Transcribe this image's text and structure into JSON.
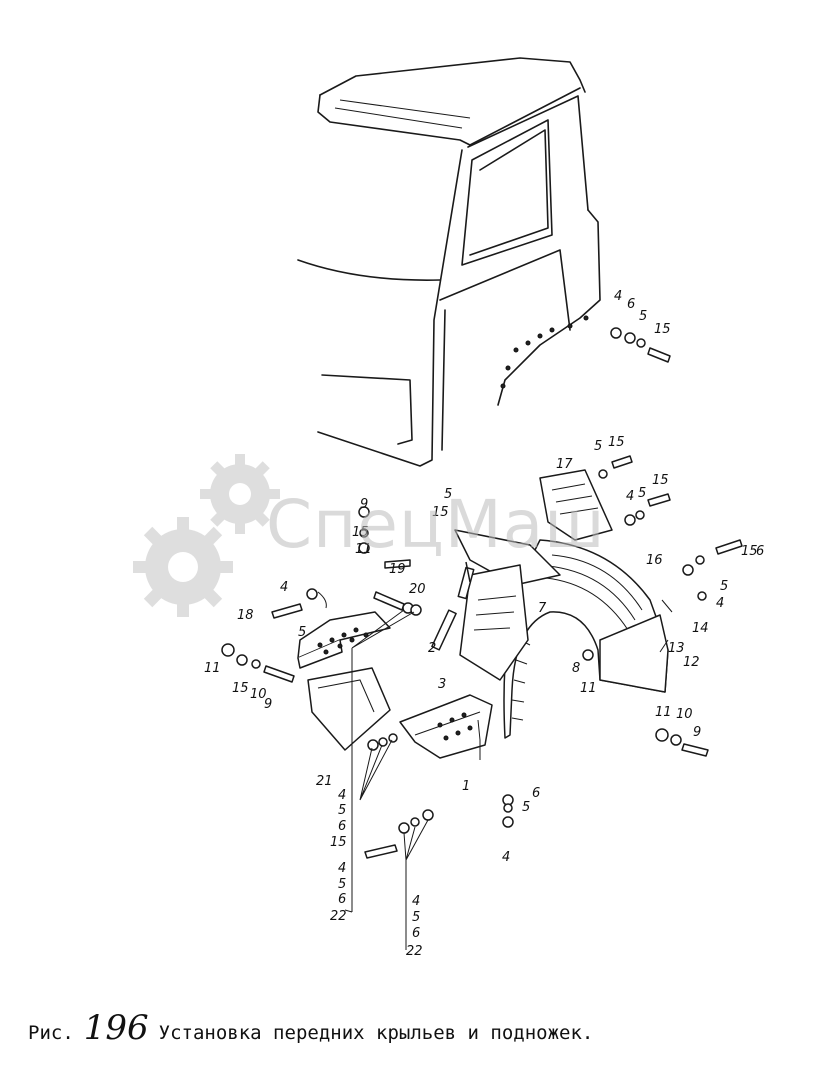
{
  "caption": {
    "prefix": "Рис.",
    "number": "196",
    "title": "Установка передних крыльев и подножек."
  },
  "watermark": {
    "text": "СпецМаш",
    "color": "#bdbdbd"
  },
  "callouts": [
    {
      "label": "4"
    },
    {
      "label": "6"
    },
    {
      "label": "5"
    },
    {
      "label": "15"
    },
    {
      "label": "5"
    },
    {
      "label": "15"
    },
    {
      "label": "17"
    },
    {
      "label": "4"
    },
    {
      "label": "5"
    },
    {
      "label": "15"
    },
    {
      "label": "9"
    },
    {
      "label": "15"
    },
    {
      "label": "11"
    },
    {
      "label": "5"
    },
    {
      "label": "15"
    },
    {
      "label": "19"
    },
    {
      "label": "20"
    },
    {
      "label": "4"
    },
    {
      "label": "18"
    },
    {
      "label": "5"
    },
    {
      "label": "2"
    },
    {
      "label": "7"
    },
    {
      "label": "16"
    },
    {
      "label": "6"
    },
    {
      "label": "15"
    },
    {
      "label": "5"
    },
    {
      "label": "4"
    },
    {
      "label": "14"
    },
    {
      "label": "13"
    },
    {
      "label": "12"
    },
    {
      "label": "8"
    },
    {
      "label": "11"
    },
    {
      "label": "3"
    },
    {
      "label": "11"
    },
    {
      "label": "15"
    },
    {
      "label": "10"
    },
    {
      "label": "9"
    },
    {
      "label": "21"
    },
    {
      "label": "1"
    },
    {
      "label": "11"
    },
    {
      "label": "10"
    },
    {
      "label": "9"
    },
    {
      "label": "6"
    },
    {
      "label": "5"
    },
    {
      "label": "4"
    },
    {
      "label": "4"
    },
    {
      "label": "5"
    },
    {
      "label": "6"
    },
    {
      "label": "15"
    },
    {
      "label": "4"
    },
    {
      "label": "5"
    },
    {
      "label": "6"
    },
    {
      "label": "22"
    },
    {
      "label": "4"
    },
    {
      "label": "5"
    },
    {
      "label": "6"
    },
    {
      "label": "22"
    }
  ]
}
